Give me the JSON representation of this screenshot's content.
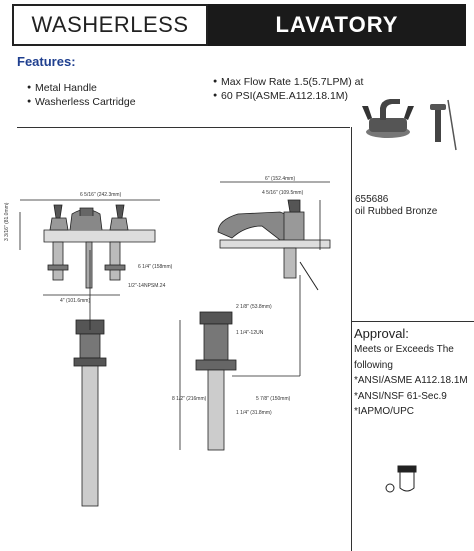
{
  "header": {
    "left_title": "WASHERLESS",
    "right_title": "LAVATORY"
  },
  "features": {
    "title": "Features:",
    "left_items": [
      "Metal Handle",
      "Washerless Cartridge"
    ],
    "right_items": [
      "Max Flow Rate 1.5(5.7LPM) at",
      "60 PSI(ASME.A112.18.1M)"
    ]
  },
  "product": {
    "model": "655686",
    "finish": "oil Rubbed Bronze"
  },
  "approval": {
    "title": "Approval:",
    "lines": [
      "Meets or Exceeds The following",
      "*ANSI/ASME A112.18.1M",
      "*ANSI/NSF 61-Sec.9",
      "*IAPMO/UPC"
    ]
  },
  "dimensions": {
    "front_width": "6 5/16\" (242.3mm)",
    "front_height": "3 3/16\" (81.0mm)",
    "center": "4\" (101.6mm)",
    "shank": "6 1/4\" (158mm)",
    "thread": "1/2\"-14NPSM.24",
    "side_length": "6\" (152.4mm)",
    "spout_reach": "4 5/16\" (109.5mm)",
    "drain_top": "2 1/8\" (53.8mm)",
    "drain_thread": "1 1/4\"-12UN",
    "drain_dia": "1 1/4\" (31.8mm)",
    "rod_length": "5 7/8\" (150mm)",
    "drain_height": "8 1/2\" (216mm)"
  }
}
